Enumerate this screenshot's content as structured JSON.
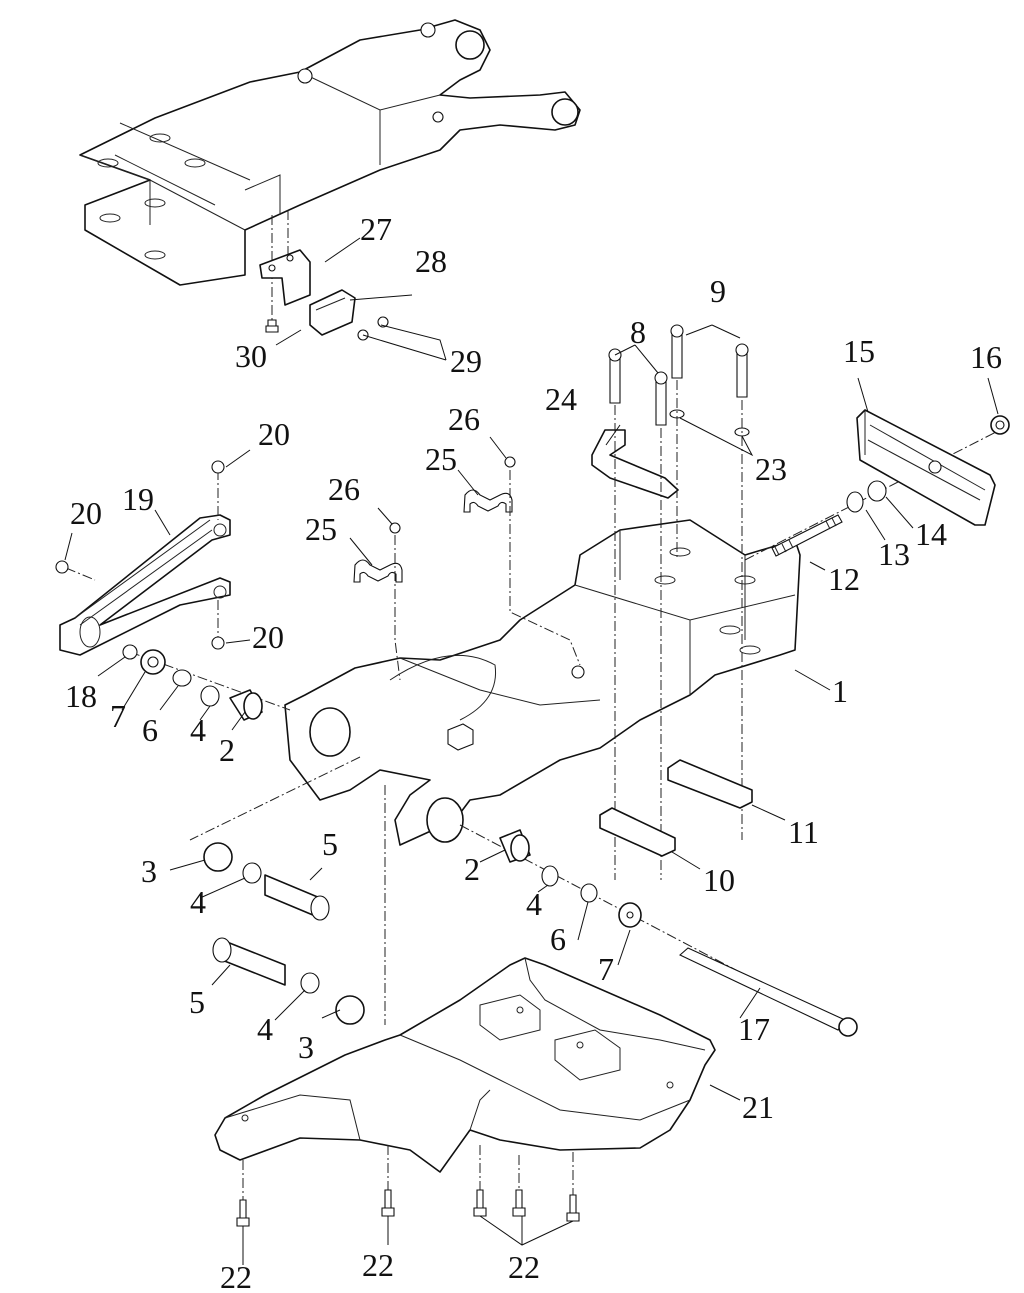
{
  "diagram": {
    "type": "exploded-parts-view",
    "subject": "swing arm / rear frame assembly",
    "colors": {
      "line": "#111111",
      "background": "#ffffff"
    },
    "callouts": [
      {
        "id": "c1",
        "label": "1"
      },
      {
        "id": "c2a",
        "label": "2"
      },
      {
        "id": "c2b",
        "label": "2"
      },
      {
        "id": "c3a",
        "label": "3"
      },
      {
        "id": "c3b",
        "label": "3"
      },
      {
        "id": "c4a",
        "label": "4"
      },
      {
        "id": "c4b",
        "label": "4"
      },
      {
        "id": "c4c",
        "label": "4"
      },
      {
        "id": "c4d",
        "label": "4"
      },
      {
        "id": "c5a",
        "label": "5"
      },
      {
        "id": "c5b",
        "label": "5"
      },
      {
        "id": "c6a",
        "label": "6"
      },
      {
        "id": "c6b",
        "label": "6"
      },
      {
        "id": "c7a",
        "label": "7"
      },
      {
        "id": "c7b",
        "label": "7"
      },
      {
        "id": "c8",
        "label": "8"
      },
      {
        "id": "c9",
        "label": "9"
      },
      {
        "id": "c10",
        "label": "10"
      },
      {
        "id": "c11",
        "label": "11"
      },
      {
        "id": "c12",
        "label": "12"
      },
      {
        "id": "c13",
        "label": "13"
      },
      {
        "id": "c14",
        "label": "14"
      },
      {
        "id": "c15",
        "label": "15"
      },
      {
        "id": "c16",
        "label": "16"
      },
      {
        "id": "c17",
        "label": "17"
      },
      {
        "id": "c18",
        "label": "18"
      },
      {
        "id": "c19",
        "label": "19"
      },
      {
        "id": "c20a",
        "label": "20"
      },
      {
        "id": "c20b",
        "label": "20"
      },
      {
        "id": "c20c",
        "label": "20"
      },
      {
        "id": "c21",
        "label": "21"
      },
      {
        "id": "c22a",
        "label": "22"
      },
      {
        "id": "c22b",
        "label": "22"
      },
      {
        "id": "c22c",
        "label": "22"
      },
      {
        "id": "c23",
        "label": "23"
      },
      {
        "id": "c24",
        "label": "24"
      },
      {
        "id": "c25a",
        "label": "25"
      },
      {
        "id": "c25b",
        "label": "25"
      },
      {
        "id": "c26a",
        "label": "26"
      },
      {
        "id": "c26b",
        "label": "26"
      },
      {
        "id": "c27",
        "label": "27"
      },
      {
        "id": "c28",
        "label": "28"
      },
      {
        "id": "c29",
        "label": "29"
      },
      {
        "id": "c30",
        "label": "30"
      }
    ]
  }
}
